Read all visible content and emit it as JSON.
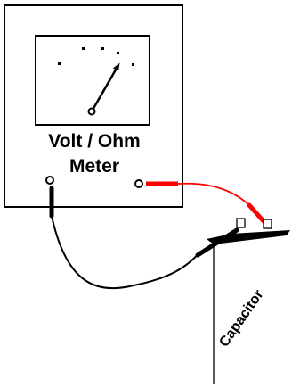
{
  "meter": {
    "label_line1": "Volt / Ohm",
    "label_line2": "Meter",
    "needle_reading": 0.75
  },
  "capacitor": {
    "label": "Capacitor"
  },
  "colors": {
    "outline": "#000000",
    "positive_lead": "#ff0000",
    "negative_lead": "#000000",
    "background": "#ffffff"
  }
}
